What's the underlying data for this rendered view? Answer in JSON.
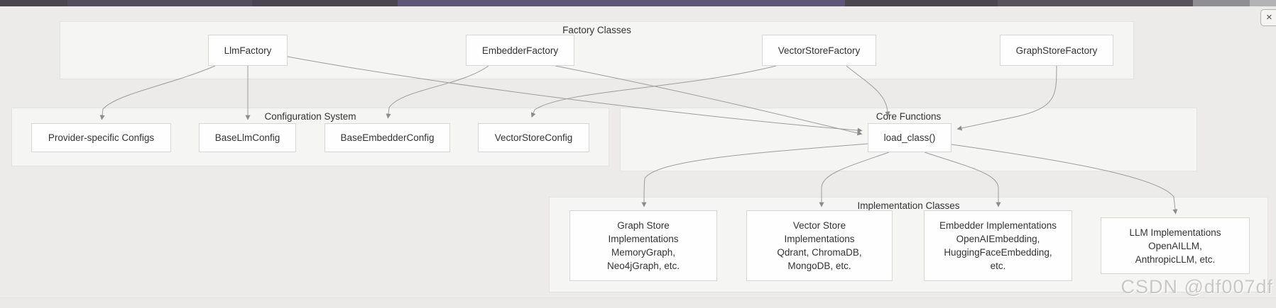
{
  "window": {
    "close_label": "×"
  },
  "groups": {
    "factory": {
      "label": "Factory Classes"
    },
    "config": {
      "label": "Configuration System"
    },
    "core": {
      "label": "Core Functions"
    },
    "impl": {
      "label": "Implementation Classes"
    }
  },
  "nodes": {
    "llm_factory": {
      "label": "LlmFactory"
    },
    "embedder_factory": {
      "label": "EmbedderFactory"
    },
    "vector_store_factory": {
      "label": "VectorStoreFactory"
    },
    "graph_store_factory": {
      "label": "GraphStoreFactory"
    },
    "provider_configs": {
      "label": "Provider-specific Configs"
    },
    "base_llm_config": {
      "label": "BaseLlmConfig"
    },
    "base_embedder_config": {
      "label": "BaseEmbedderConfig"
    },
    "vector_store_config": {
      "label": "VectorStoreConfig"
    },
    "load_class": {
      "label": "load_class()"
    },
    "graph_impl": {
      "lines": [
        "Graph Store",
        "Implementations",
        "MemoryGraph,",
        "Neo4jGraph, etc."
      ]
    },
    "vector_impl": {
      "lines": [
        "Vector Store",
        "Implementations",
        "Qdrant, ChromaDB,",
        "MongoDB, etc."
      ]
    },
    "embedder_impl": {
      "lines": [
        "Embedder Implementations",
        "OpenAIEmbedding,",
        "HuggingFaceEmbedding,",
        "etc."
      ]
    },
    "llm_impl": {
      "lines": [
        "LLM Implementations",
        "OpenAILLM,",
        "AnthropicLLM, etc."
      ]
    }
  },
  "edges": [
    "LlmFactory -> Provider-specific Configs",
    "LlmFactory -> BaseLlmConfig",
    "LlmFactory -> load_class()",
    "EmbedderFactory -> BaseEmbedderConfig",
    "EmbedderFactory -> load_class()",
    "VectorStoreFactory -> VectorStoreConfig",
    "VectorStoreFactory -> load_class()",
    "GraphStoreFactory -> load_class()",
    "load_class() -> Graph Store Implementations",
    "load_class() -> Vector Store Implementations",
    "load_class() -> Embedder Implementations",
    "load_class() -> LLM Implementations"
  ],
  "watermark": {
    "text": "CSDN @df007df"
  },
  "colors": {
    "page_bg": "#ecebe9",
    "container_fill": "#f5f5f3",
    "container_border": "#e3e2e0",
    "node_fill": "#fefefe",
    "node_border": "#d8d7d5",
    "edge": "#9c9c9c",
    "arrowhead": "#8c8c8c",
    "text": "#333333",
    "topbar_base": "#4a4550",
    "topbar_purple": "#5e5578",
    "watermark": "#cac8c5"
  }
}
